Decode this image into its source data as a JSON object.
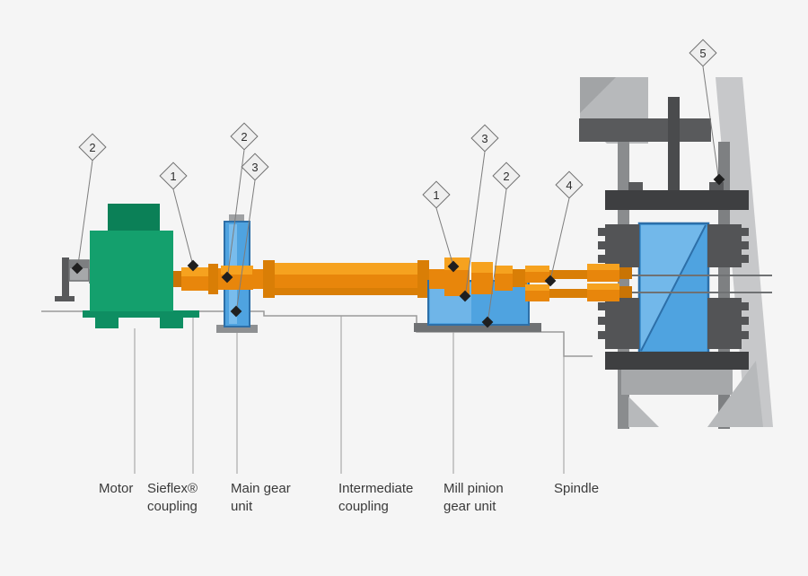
{
  "diagram": {
    "labels": {
      "motor": "Motor",
      "sieflex_line1": "Sieflex®",
      "sieflex_line2": "coupling",
      "main_gear_line1": "Main gear",
      "main_gear_line2": "unit",
      "intermediate_line1": "Intermediate",
      "intermediate_line2": "coupling",
      "mill_pinion_line1": "Mill pinion",
      "mill_pinion_line2": "gear unit",
      "spindle": "Spindle"
    },
    "badges": [
      "2",
      "1",
      "2",
      "3",
      "1",
      "3",
      "2",
      "4",
      "5"
    ],
    "colors": {
      "orange": "#E8860B",
      "orange_light": "#F6A21F",
      "orange_dark": "#C97405",
      "blue": "#4FA3E0",
      "blue_dark": "#2D6FA8",
      "blue_light": "#72B8EA",
      "motor_green": "#14A06D",
      "motor_green_dark": "#0B8057",
      "steel_dark": "#3E3F41",
      "steel_mid": "#808285",
      "steel_light": "#C7C8CA",
      "leader_line": "#9A9A9A",
      "marker": "#1F1F1F",
      "badge_fill": "#EFEFEF",
      "badge_border": "#707070",
      "background": "#F5F5F5"
    }
  }
}
